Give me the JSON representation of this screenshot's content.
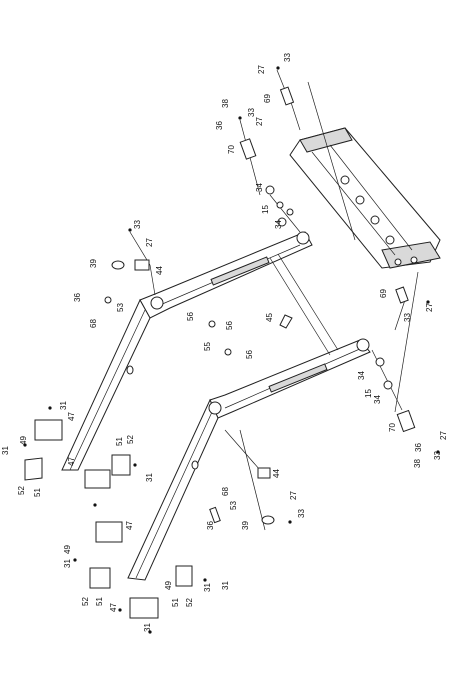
{
  "callouts": [
    {
      "id": "c1",
      "text": "33"
    },
    {
      "id": "c2",
      "text": "27"
    },
    {
      "id": "c3",
      "text": "69"
    },
    {
      "id": "c4",
      "text": "38"
    },
    {
      "id": "c5",
      "text": "33"
    },
    {
      "id": "c6",
      "text": "36"
    },
    {
      "id": "c7",
      "text": "27"
    },
    {
      "id": "c8",
      "text": "70"
    },
    {
      "id": "c9",
      "text": "34"
    },
    {
      "id": "c10",
      "text": "15"
    },
    {
      "id": "c11",
      "text": "34"
    },
    {
      "id": "c12",
      "text": "33"
    },
    {
      "id": "c13",
      "text": "27"
    },
    {
      "id": "c14",
      "text": "39"
    },
    {
      "id": "c15",
      "text": "44"
    },
    {
      "id": "c16",
      "text": "36"
    },
    {
      "id": "c17",
      "text": "53"
    },
    {
      "id": "c18",
      "text": "68"
    },
    {
      "id": "c19",
      "text": "56"
    },
    {
      "id": "c20",
      "text": "56"
    },
    {
      "id": "c21",
      "text": "45"
    },
    {
      "id": "c22",
      "text": "69"
    },
    {
      "id": "c23",
      "text": "33"
    },
    {
      "id": "c24",
      "text": "27"
    },
    {
      "id": "c25",
      "text": "55"
    },
    {
      "id": "c26",
      "text": "56"
    },
    {
      "id": "c27",
      "text": "34"
    },
    {
      "id": "c28",
      "text": "15"
    },
    {
      "id": "c29",
      "text": "34"
    },
    {
      "id": "c30",
      "text": "70"
    },
    {
      "id": "c31",
      "text": "27"
    },
    {
      "id": "c32",
      "text": "36"
    },
    {
      "id": "c33",
      "text": "33"
    },
    {
      "id": "c34",
      "text": "38"
    },
    {
      "id": "c35",
      "text": "31"
    },
    {
      "id": "c36",
      "text": "47"
    },
    {
      "id": "c37",
      "text": "31"
    },
    {
      "id": "c38",
      "text": "49"
    },
    {
      "id": "c39",
      "text": "52"
    },
    {
      "id": "c40",
      "text": "51"
    },
    {
      "id": "c41",
      "text": "51"
    },
    {
      "id": "c42",
      "text": "52"
    },
    {
      "id": "c43",
      "text": "47"
    },
    {
      "id": "c44",
      "text": "31"
    },
    {
      "id": "c45",
      "text": "44"
    },
    {
      "id": "c46",
      "text": "27"
    },
    {
      "id": "c47",
      "text": "68"
    },
    {
      "id": "c48",
      "text": "53"
    },
    {
      "id": "c49",
      "text": "33"
    },
    {
      "id": "c50",
      "text": "36"
    },
    {
      "id": "c51",
      "text": "39"
    },
    {
      "id": "c52",
      "text": "47"
    },
    {
      "id": "c53",
      "text": "49"
    },
    {
      "id": "c54",
      "text": "31"
    },
    {
      "id": "c55",
      "text": "31"
    },
    {
      "id": "c56",
      "text": "52"
    },
    {
      "id": "c57",
      "text": "51"
    },
    {
      "id": "c58",
      "text": "47"
    },
    {
      "id": "c59",
      "text": "51"
    },
    {
      "id": "c60",
      "text": "52"
    },
    {
      "id": "c61",
      "text": "49"
    },
    {
      "id": "c62",
      "text": "31"
    },
    {
      "id": "c63",
      "text": "31"
    }
  ]
}
